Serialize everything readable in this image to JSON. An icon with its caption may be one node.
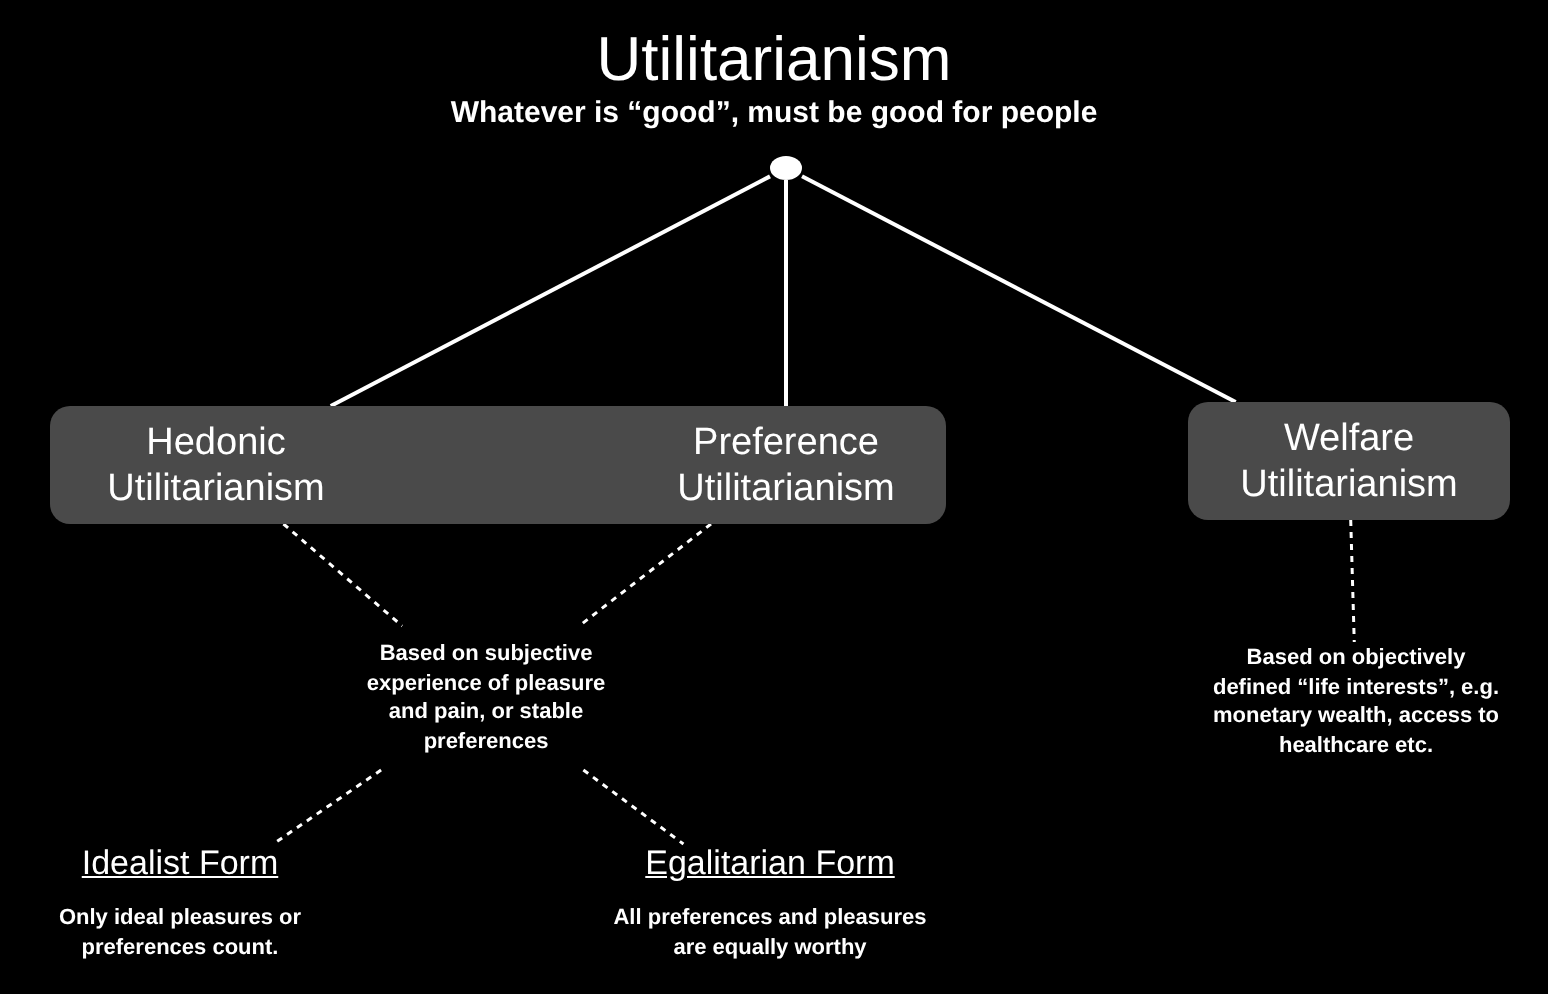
{
  "diagram": {
    "title": "Utilitarianism",
    "nodes": [
      {
        "text": [],
        "shape": "circle"
      },
      {
        "text": [],
        "shape": "box"
      },
      {
        "text": [
          "Hedonic Utilitarianism"
        ],
        "in": 1
      },
      {
        "text": [
          "Preference Utilitarianism"
        ],
        "in": 1
      },
      {
        "text": [
          "Welfare Utilitarianism"
        ]
      },
      {
        "text": [
          "Based on subjective experience of pleasure and pain, or stable preferences"
        ]
      },
      {
        "text": [
          "Based on objectively defined “life interests”, e.g. monetary wealth, access to healthcare etc."
        ]
      },
      {
        "text": [
          "Idealist Form",
          "Only ideal pleasures or preferences count."
        ]
      },
      {
        "text": [
          "Egalitarian Form",
          "All preferences and pleasures are equally worthy"
        ]
      }
    ],
    "edges": [
      {
        "from": 0,
        "to": 2,
        "arrow": "none"
      },
      {
        "from": 0,
        "to": 3,
        "arrow": "none"
      },
      {
        "from": 0,
        "to": 4,
        "arrow": "none"
      },
      {
        "from": 2,
        "to": 5,
        "arrow": "none",
        "style": "dashed"
      },
      {
        "from": 3,
        "to": 5,
        "arrow": "none",
        "style": "dashed"
      },
      {
        "from": 5,
        "to": 7,
        "arrow": "none",
        "style": "dashed"
      },
      {
        "from": 5,
        "to": 8,
        "arrow": "none",
        "style": "dashed"
      },
      {
        "from": 4,
        "to": 6,
        "arrow": "none",
        "style": "dashed"
      }
    ],
    "labels": [
      "Whatever is “good”, must be good for people"
    ]
  }
}
